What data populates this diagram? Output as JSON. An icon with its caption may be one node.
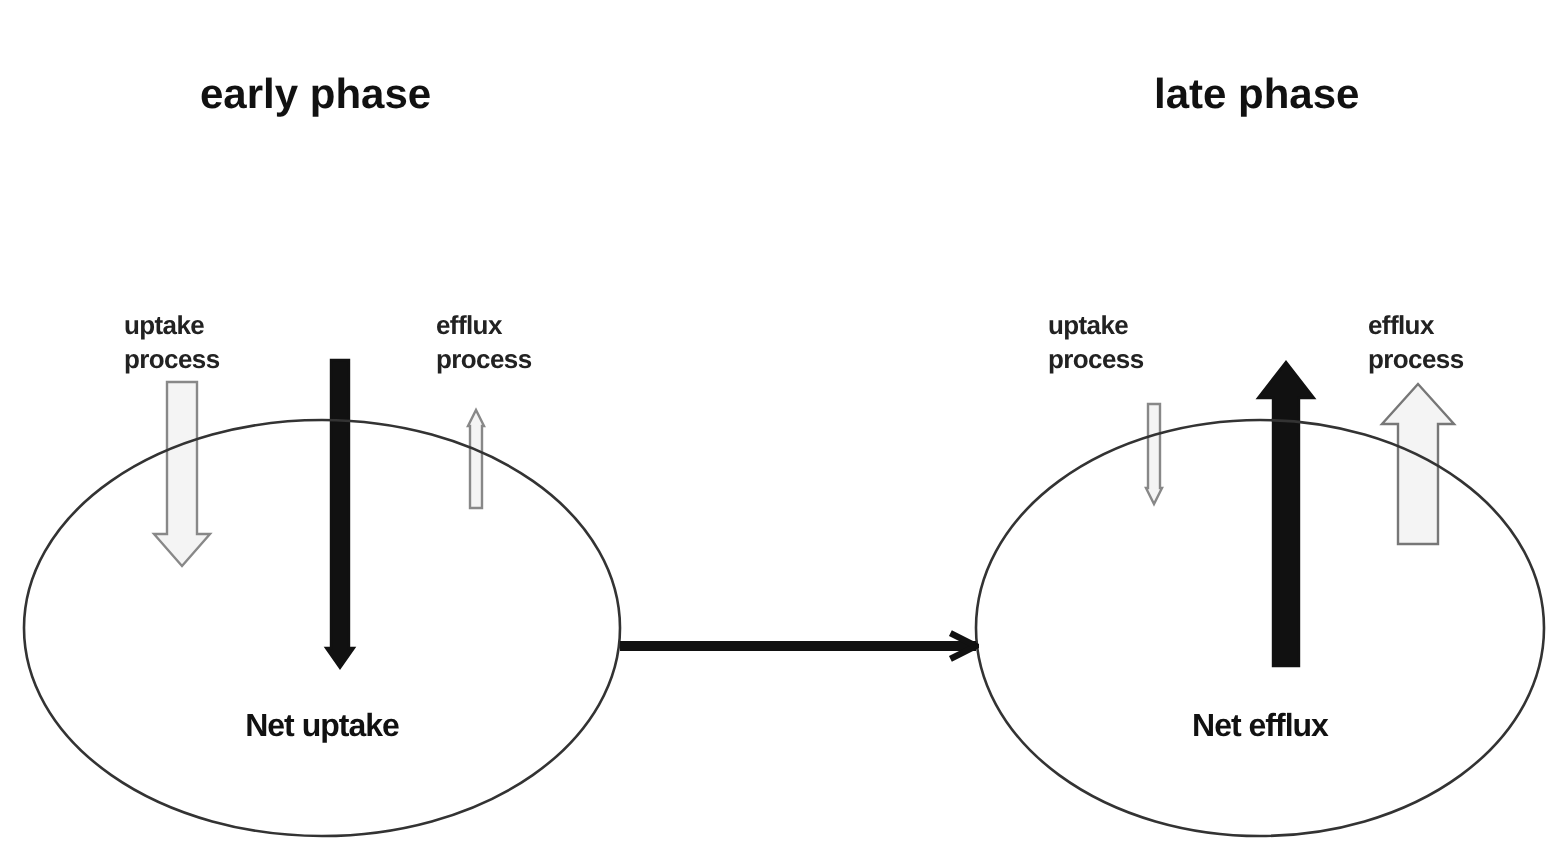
{
  "diagram": {
    "nodes": [
      {
        "text": [
          "Net uptake"
        ]
      },
      {
        "text": [
          "Net efflux"
        ]
      }
    ],
    "edges": [
      {
        "from": 0,
        "to": 1,
        "arrow": "to"
      }
    ],
    "labels": [
      "early phase",
      "late phase",
      "uptake process",
      "efflux process",
      "uptake process",
      "efflux process"
    ]
  }
}
